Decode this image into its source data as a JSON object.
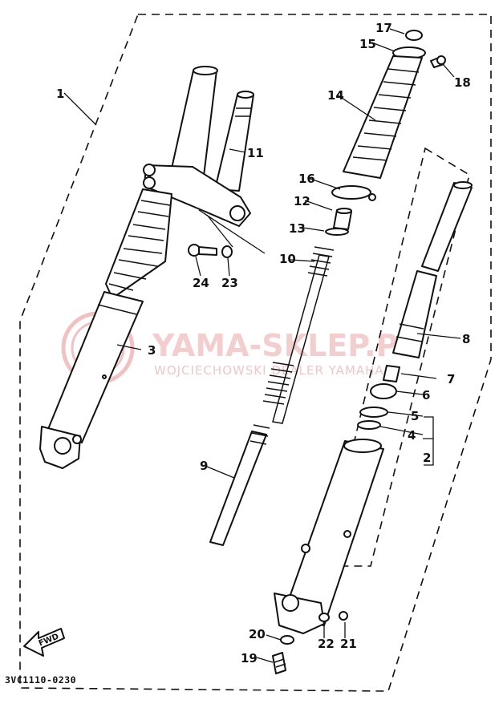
{
  "diagram_code": "3VC1110-0230",
  "watermark": {
    "brand": "YAMA-SKLEP.PL",
    "subtitle": "WOJCIECHOWSKI DEALER YAMAHA"
  },
  "fwd_label": "FWD",
  "part_labels": {
    "p1": "1",
    "p2": "2",
    "p3": "3",
    "p4": "4",
    "p5": "5",
    "p6": "6",
    "p7": "7",
    "p8": "8",
    "p9": "9",
    "p10": "10",
    "p11": "11",
    "p12": "12",
    "p13": "13",
    "p14": "14",
    "p15": "15",
    "p16": "16",
    "p17": "17",
    "p18": "18",
    "p19": "19",
    "p20": "20",
    "p21": "21",
    "p22": "22",
    "p23": "23",
    "p24": "24"
  }
}
